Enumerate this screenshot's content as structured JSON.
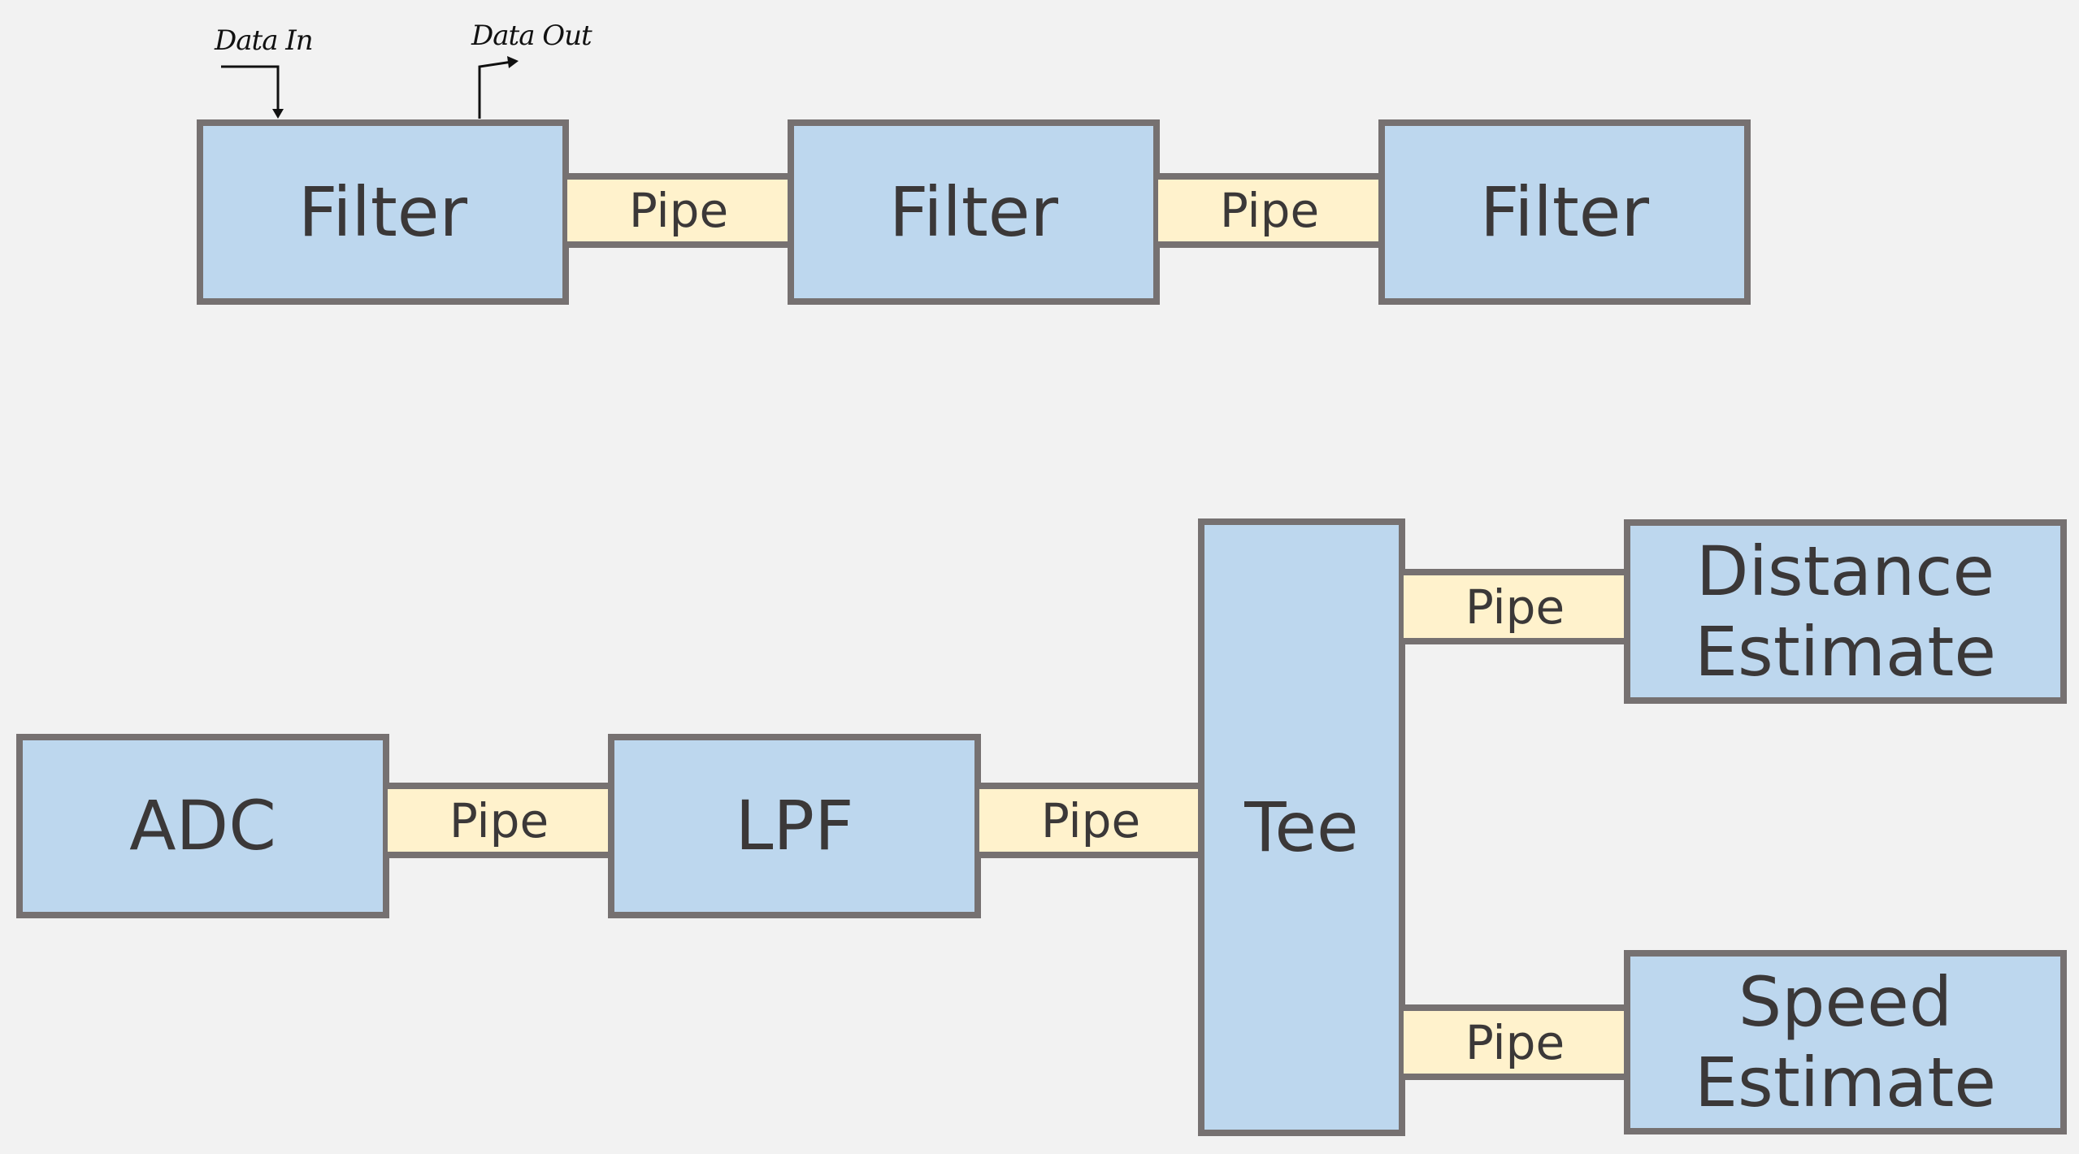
{
  "colors": {
    "background": "#f2f2f2",
    "node_fill": "#bdd7ee",
    "pipe_fill": "#fff2cc",
    "border": "#767171",
    "text": "#3b3838"
  },
  "annotations": {
    "data_in": "Data In",
    "data_out": "Data Out"
  },
  "top_row": {
    "filter_1": "Filter",
    "pipe_1": "Pipe",
    "filter_2": "Filter",
    "pipe_2": "Pipe",
    "filter_3": "Filter"
  },
  "bottom_row": {
    "adc": "ADC",
    "pipe_adc_lpf": "Pipe",
    "lpf": "LPF",
    "pipe_lpf_tee": "Pipe",
    "tee": "Tee",
    "pipe_tee_distance": "Pipe",
    "distance_line1": "Distance",
    "distance_line2": "Estimate",
    "pipe_tee_speed": "Pipe",
    "speed_line1": "Speed",
    "speed_line2": "Estimate"
  }
}
